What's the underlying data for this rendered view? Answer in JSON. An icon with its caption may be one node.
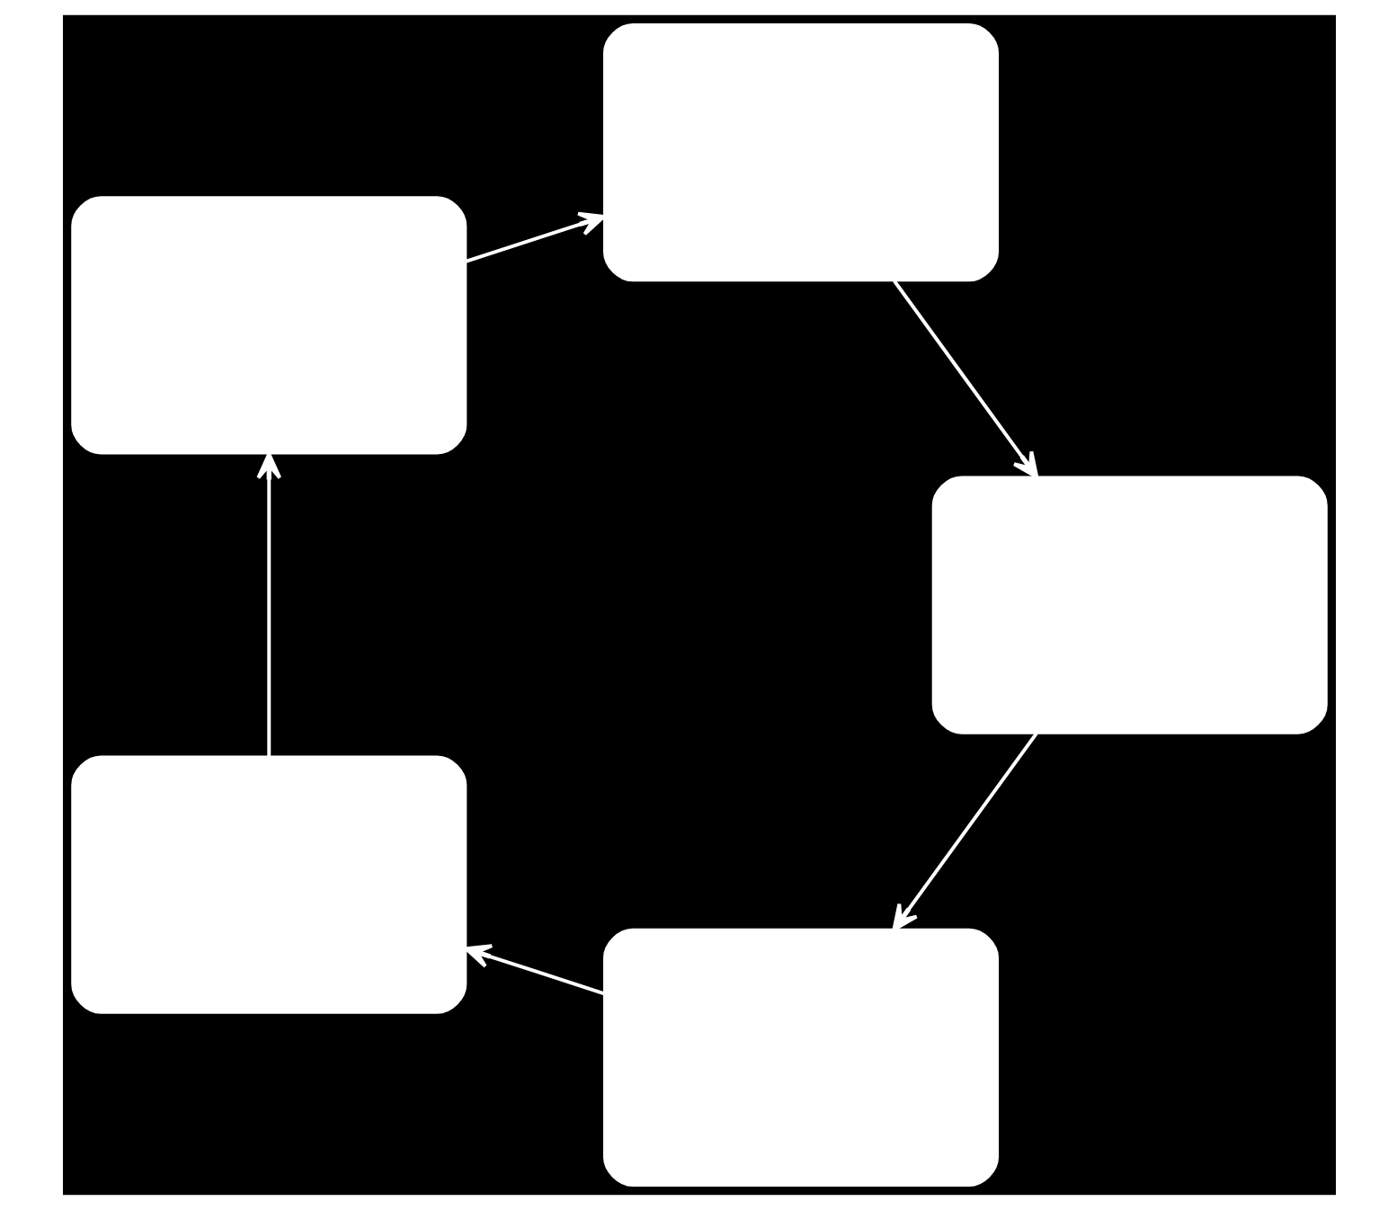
{
  "diagram": {
    "nodes": [
      {
        "text": [],
        "shape": "box"
      },
      {
        "text": [],
        "shape": "box"
      },
      {
        "text": [],
        "shape": "box"
      },
      {
        "text": [],
        "shape": "box"
      },
      {
        "text": [],
        "shape": "box"
      }
    ],
    "edges": [
      {
        "from": 0,
        "to": 1,
        "arrow": "to"
      },
      {
        "from": 1,
        "to": 2,
        "arrow": "to"
      },
      {
        "from": 2,
        "to": 3,
        "arrow": "to"
      },
      {
        "from": 3,
        "to": 4,
        "arrow": "to"
      },
      {
        "from": 4,
        "to": 0,
        "arrow": "to"
      }
    ]
  }
}
